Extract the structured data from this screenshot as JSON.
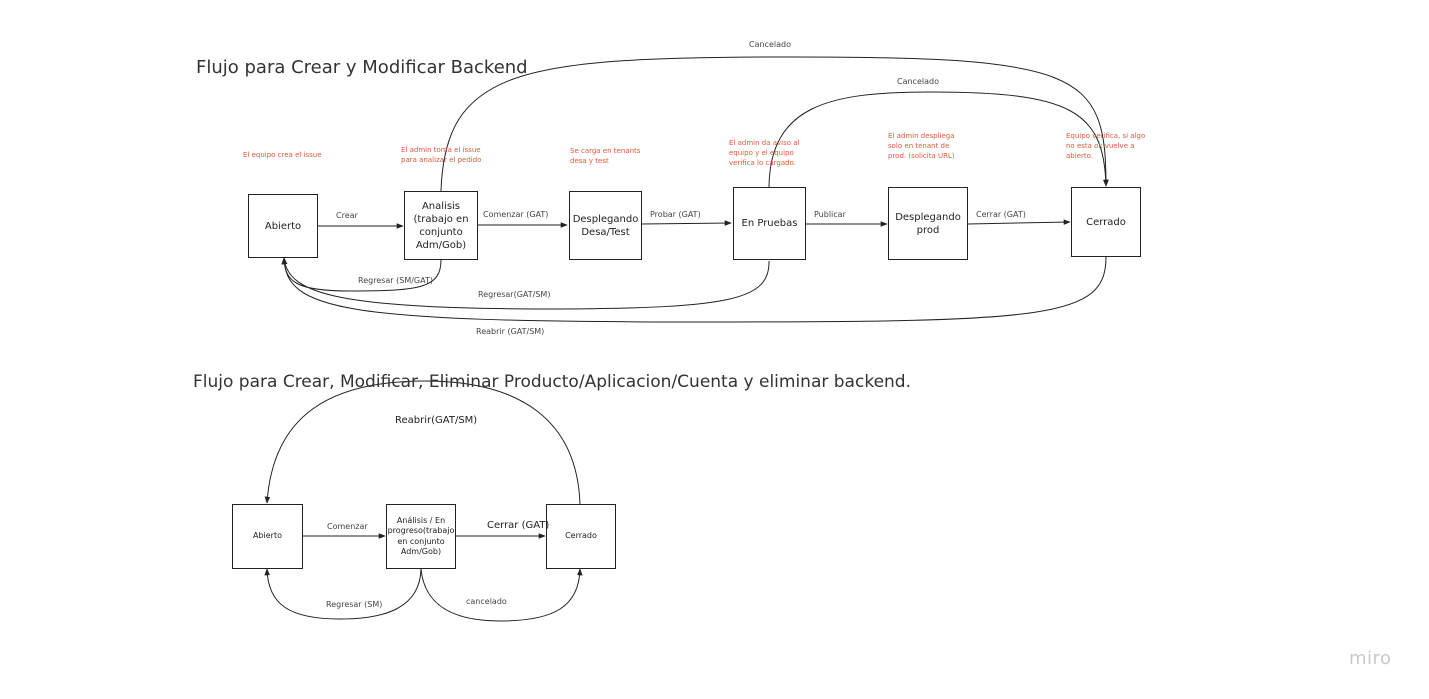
{
  "flow1": {
    "title": "Flujo para Crear y Modificar Backend",
    "states": {
      "abierto": "Abierto",
      "analisis": "Analisis\n(trabajo en\nconjunto\nAdm/Gob)",
      "desplegando_desa": "Desplegando\nDesa/Test",
      "en_pruebas": "En Pruebas",
      "desplegando_prod": "Desplegando\nprod",
      "cerrado": "Cerrado"
    },
    "notes": {
      "abierto": "El equipo crea el issue",
      "analisis": "El admin toma el issue\npara analizar el pedido",
      "desplegando_desa": "Se carga en tenants\ndesa y test",
      "en_pruebas": "El admin da aviso al\nequipo y el equipo\nverifica lo cargado.",
      "desplegando_prod": "El admin despliega\nsolo en tenant de\nprod. (solicita URL)",
      "cerrado": "Equipo verifica, si algo\nno esta ok vuelve a\nabierto."
    },
    "transitions": {
      "crear": "Crear",
      "comenzar": "Comenzar (GAT)",
      "probar": "Probar (GAT)",
      "publicar": "Publicar",
      "cerrar": "Cerrar (GAT)",
      "cancelado_top": "Cancelado",
      "cancelado_mid": "Cancelado",
      "regresar_sm_gat": "Regresar (SM/GAT)",
      "regresar_gat_sm": "Regresar(GAT/SM)",
      "reabrir": "Reabrir (GAT/SM)"
    }
  },
  "flow2": {
    "title": "Flujo para Crear, Modificar, Eliminar Producto/Aplicacion/Cuenta y eliminar backend.",
    "states": {
      "abierto": "Abierto",
      "analisis": "Análisis / En\nprogreso(trabajo\nen conjunto\nAdm/Gob)",
      "cerrado": "Cerrado"
    },
    "transitions": {
      "comenzar": "Comenzar",
      "cerrar": "Cerrar (GAT)",
      "reabrir": "Reabrir(GAT/SM)",
      "regresar": "Regresar (SM)",
      "cancelado": "cancelado"
    }
  },
  "brand": "miro",
  "colors": {
    "note": "#e05a3a",
    "stroke": "#222222",
    "brand": "#c9c9c9"
  }
}
